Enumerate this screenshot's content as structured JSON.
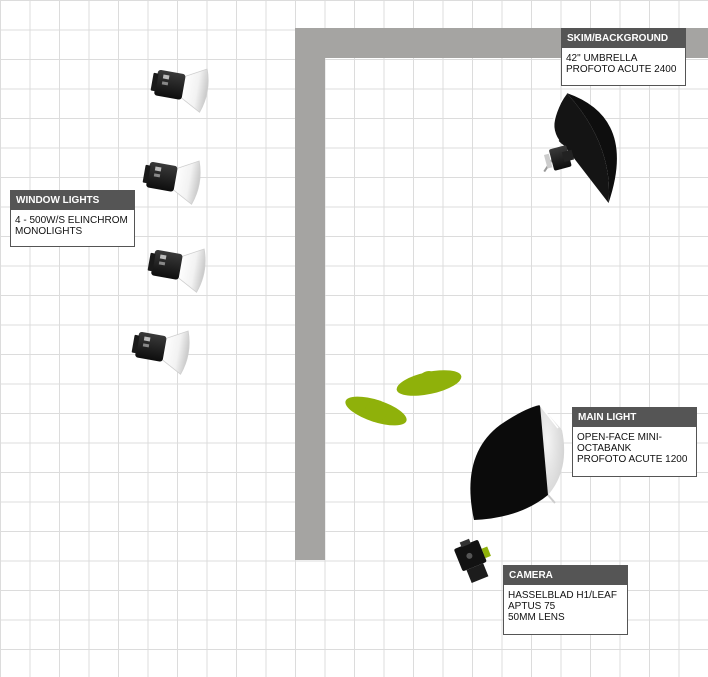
{
  "labels": {
    "skim": {
      "title": "SKIM/BACKGROUND",
      "lines": [
        "42\" UMBRELLA",
        "PROFOTO ACUTE 2400"
      ]
    },
    "window": {
      "title": "WINDOW LIGHTS",
      "lines": [
        "4 - 500W/S ELINCHROM",
        "MONOLIGHTS"
      ]
    },
    "main": {
      "title": "MAIN LIGHT",
      "lines": [
        "OPEN-FACE MINI-",
        "OCTABANK",
        "PROFOTO ACUTE 1200"
      ]
    },
    "camera": {
      "title": "CAMERA",
      "lines": [
        "HASSELBLAD H1/LEAF",
        "APTUS 75",
        "50MM LENS"
      ]
    }
  },
  "colors": {
    "wall": "#a5a4a2",
    "subject": "#8fb10a",
    "header": "#555555",
    "softbox": "#111111",
    "grid": "#dcdcdc"
  },
  "icons": {
    "lights": "monolight-icon",
    "umbrella": "umbrella-icon",
    "softbox": "octabank-icon",
    "camera": "camera-icon",
    "subjects": "person-icon"
  }
}
